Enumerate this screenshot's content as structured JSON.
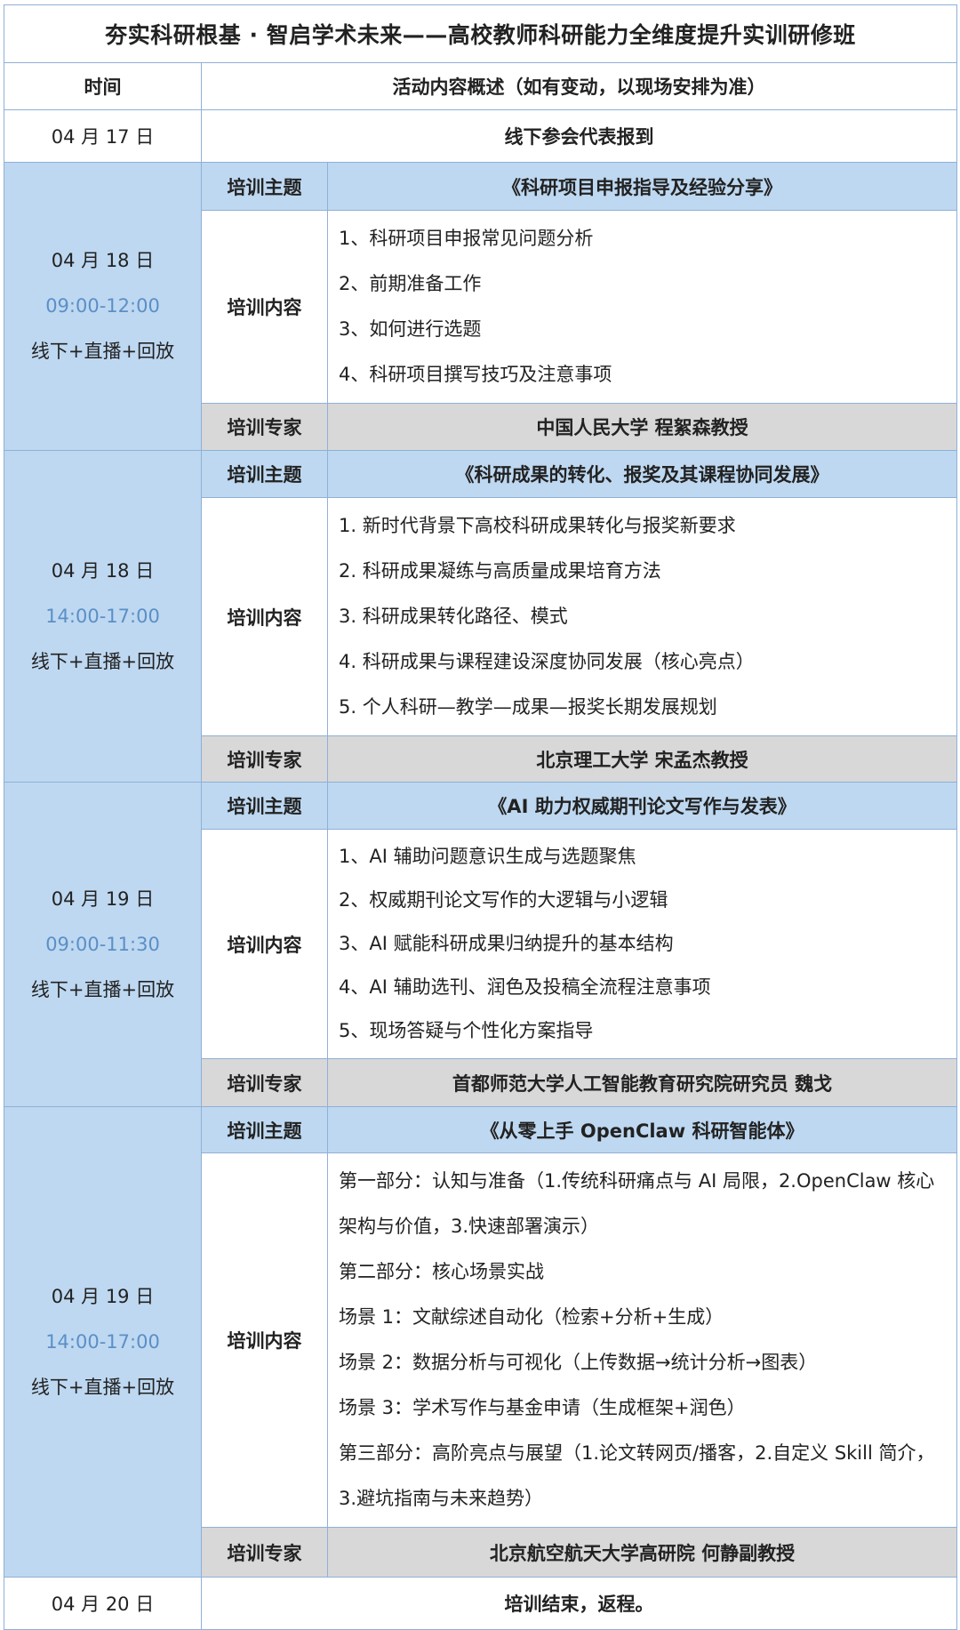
{
  "title": "夯实科研根基 · 智启学术未来——高校教师科研能力全维度提升实训研修班",
  "header": {
    "col_time": "时间",
    "col_content": "活动内容概述（如有变动，以现场安排为准）"
  },
  "labels": {
    "theme": "培训主题",
    "content": "培训内容",
    "expert": "培训专家"
  },
  "registration": {
    "date": "04 月 17 日",
    "text": "线下参会代表报到"
  },
  "sessions": [
    {
      "date": "04 月 18 日",
      "time": "09:00-12:00",
      "mode": "线下+直播+回放",
      "theme": "《科研项目申报指导及经验分享》",
      "items": [
        "1、科研项目申报常见问题分析",
        "2、前期准备工作",
        "3、如何进行选题",
        "4、科研项目撰写技巧及注意事项"
      ],
      "expert": "中国人民大学  程絮森教授"
    },
    {
      "date": "04 月 18 日",
      "time": "14:00-17:00",
      "mode": "线下+直播+回放",
      "theme": "《科研成果的转化、报奖及其课程协同发展》",
      "items": [
        "1.  新时代背景下高校科研成果转化与报奖新要求",
        "2.  科研成果凝练与高质量成果培育方法",
        "3.  科研成果转化路径、模式",
        "4.  科研成果与课程建设深度协同发展（核心亮点）",
        "5.  个人科研—教学—成果—报奖长期发展规划"
      ],
      "expert": "北京理工大学  宋孟杰教授"
    },
    {
      "date": "04 月 19 日",
      "time": "09:00-11:30",
      "mode": "线下+直播+回放",
      "theme": "《AI 助力权威期刊论文写作与发表》",
      "items": [
        "1、AI 辅助问题意识生成与选题聚焦",
        "2、权威期刊论文写作的大逻辑与小逻辑",
        "3、AI 赋能科研成果归纳提升的基本结构",
        "4、AI 辅助选刊、润色及投稿全流程注意事项",
        "5、现场答疑与个性化方案指导"
      ],
      "expert": "首都师范大学人工智能教育研究院研究员  魏戈"
    },
    {
      "date": "04 月 19 日",
      "time": "14:00-17:00",
      "mode": "线下+直播+回放",
      "theme": "《从零上手 OpenClaw 科研智能体》",
      "items": [
        "第一部分：认知与准备（1.传统科研痛点与 AI 局限，2.OpenClaw 核心架构与价值，3.快速部署演示）",
        "第二部分：核心场景实战",
        "场景 1：文献综述自动化（检索+分析+生成）",
        "场景 2：数据分析与可视化（上传数据→统计分析→图表）",
        "场景 3：学术写作与基金申请（生成框架+润色）",
        "第三部分：高阶亮点与展望（1.论文转网页/播客，2.自定义 Skill 简介，3.避坑指南与未来趋势）"
      ],
      "expert": "北京航空航天大学高研院  何静副教授"
    }
  ],
  "closing": {
    "date": "04 月 20 日",
    "text": "培训结束，返程。"
  }
}
